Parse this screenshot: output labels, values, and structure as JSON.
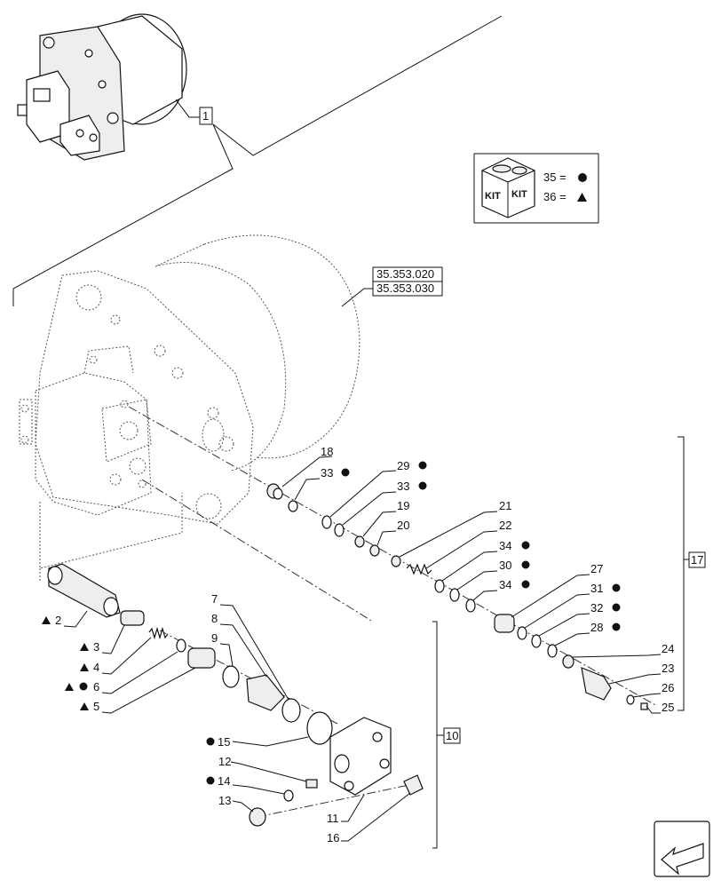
{
  "reference_box": {
    "label": "1"
  },
  "section_refs": [
    "35.353.020",
    "35.353.030"
  ],
  "kit_legend": {
    "kit_text_left": "KIT",
    "kit_text_right": "KIT",
    "rows": [
      {
        "text": "35 =",
        "symbol": "circle"
      },
      {
        "text": "36 =",
        "symbol": "triangle"
      }
    ]
  },
  "group_refs": {
    "group_10": "10",
    "group_17": "17"
  },
  "callouts": {
    "c18": "18",
    "c33a": "33",
    "c29": "29",
    "c33b": "33",
    "c19": "19",
    "c20": "20",
    "c21": "21",
    "c22": "22",
    "c34a": "34",
    "c30": "30",
    "c34b": "34",
    "c27": "27",
    "c31": "31",
    "c32": "32",
    "c28": "28",
    "c24": "24",
    "c23": "23",
    "c26": "26",
    "c25": "25",
    "c7": "7",
    "c8": "8",
    "c9": "9",
    "c2": "2",
    "c3": "3",
    "c4": "4",
    "c6": "6",
    "c5": "5",
    "c15": "15",
    "c12": "12",
    "c14": "14",
    "c13": "13",
    "c11": "11",
    "c16": "16"
  }
}
